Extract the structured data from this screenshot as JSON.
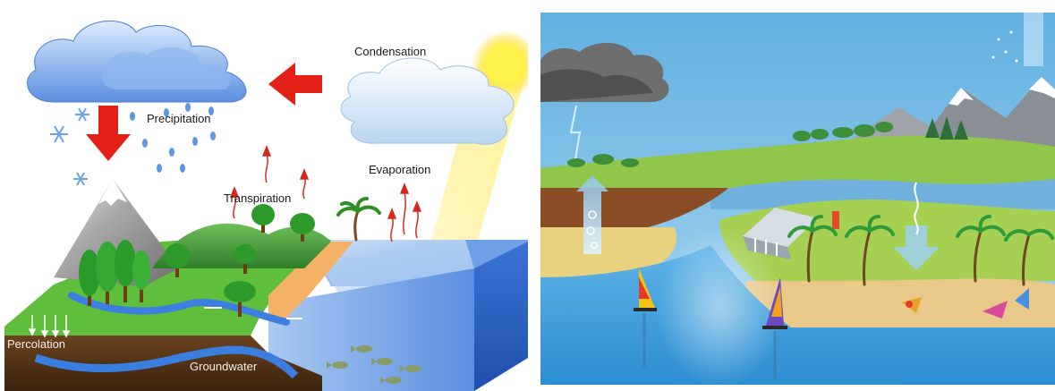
{
  "diagrams": {
    "left": {
      "labels": {
        "condensation": "Condensation",
        "precipitation": "Precipitation",
        "transpiration": "Transpiration",
        "evaporation": "Evaporation",
        "percolation": "Percolation",
        "groundwater": "Groundwater"
      }
    }
  },
  "colors": {
    "sky": "#ffffff",
    "ocean_top": "#9fc4ef",
    "ocean_side": "#2f66c9",
    "grass": "#5fbe3c",
    "soil": "#4a2f14",
    "arrow_red": "#e32018",
    "sun": "#fff04a",
    "right_sky": "#6fb9e3"
  },
  "icons": [
    "cloud-icon",
    "sun-icon",
    "snowflake-icon",
    "tree-icon",
    "palm-icon",
    "fish-icon",
    "sailboat-icon",
    "dam-icon",
    "mountain-icon"
  ]
}
